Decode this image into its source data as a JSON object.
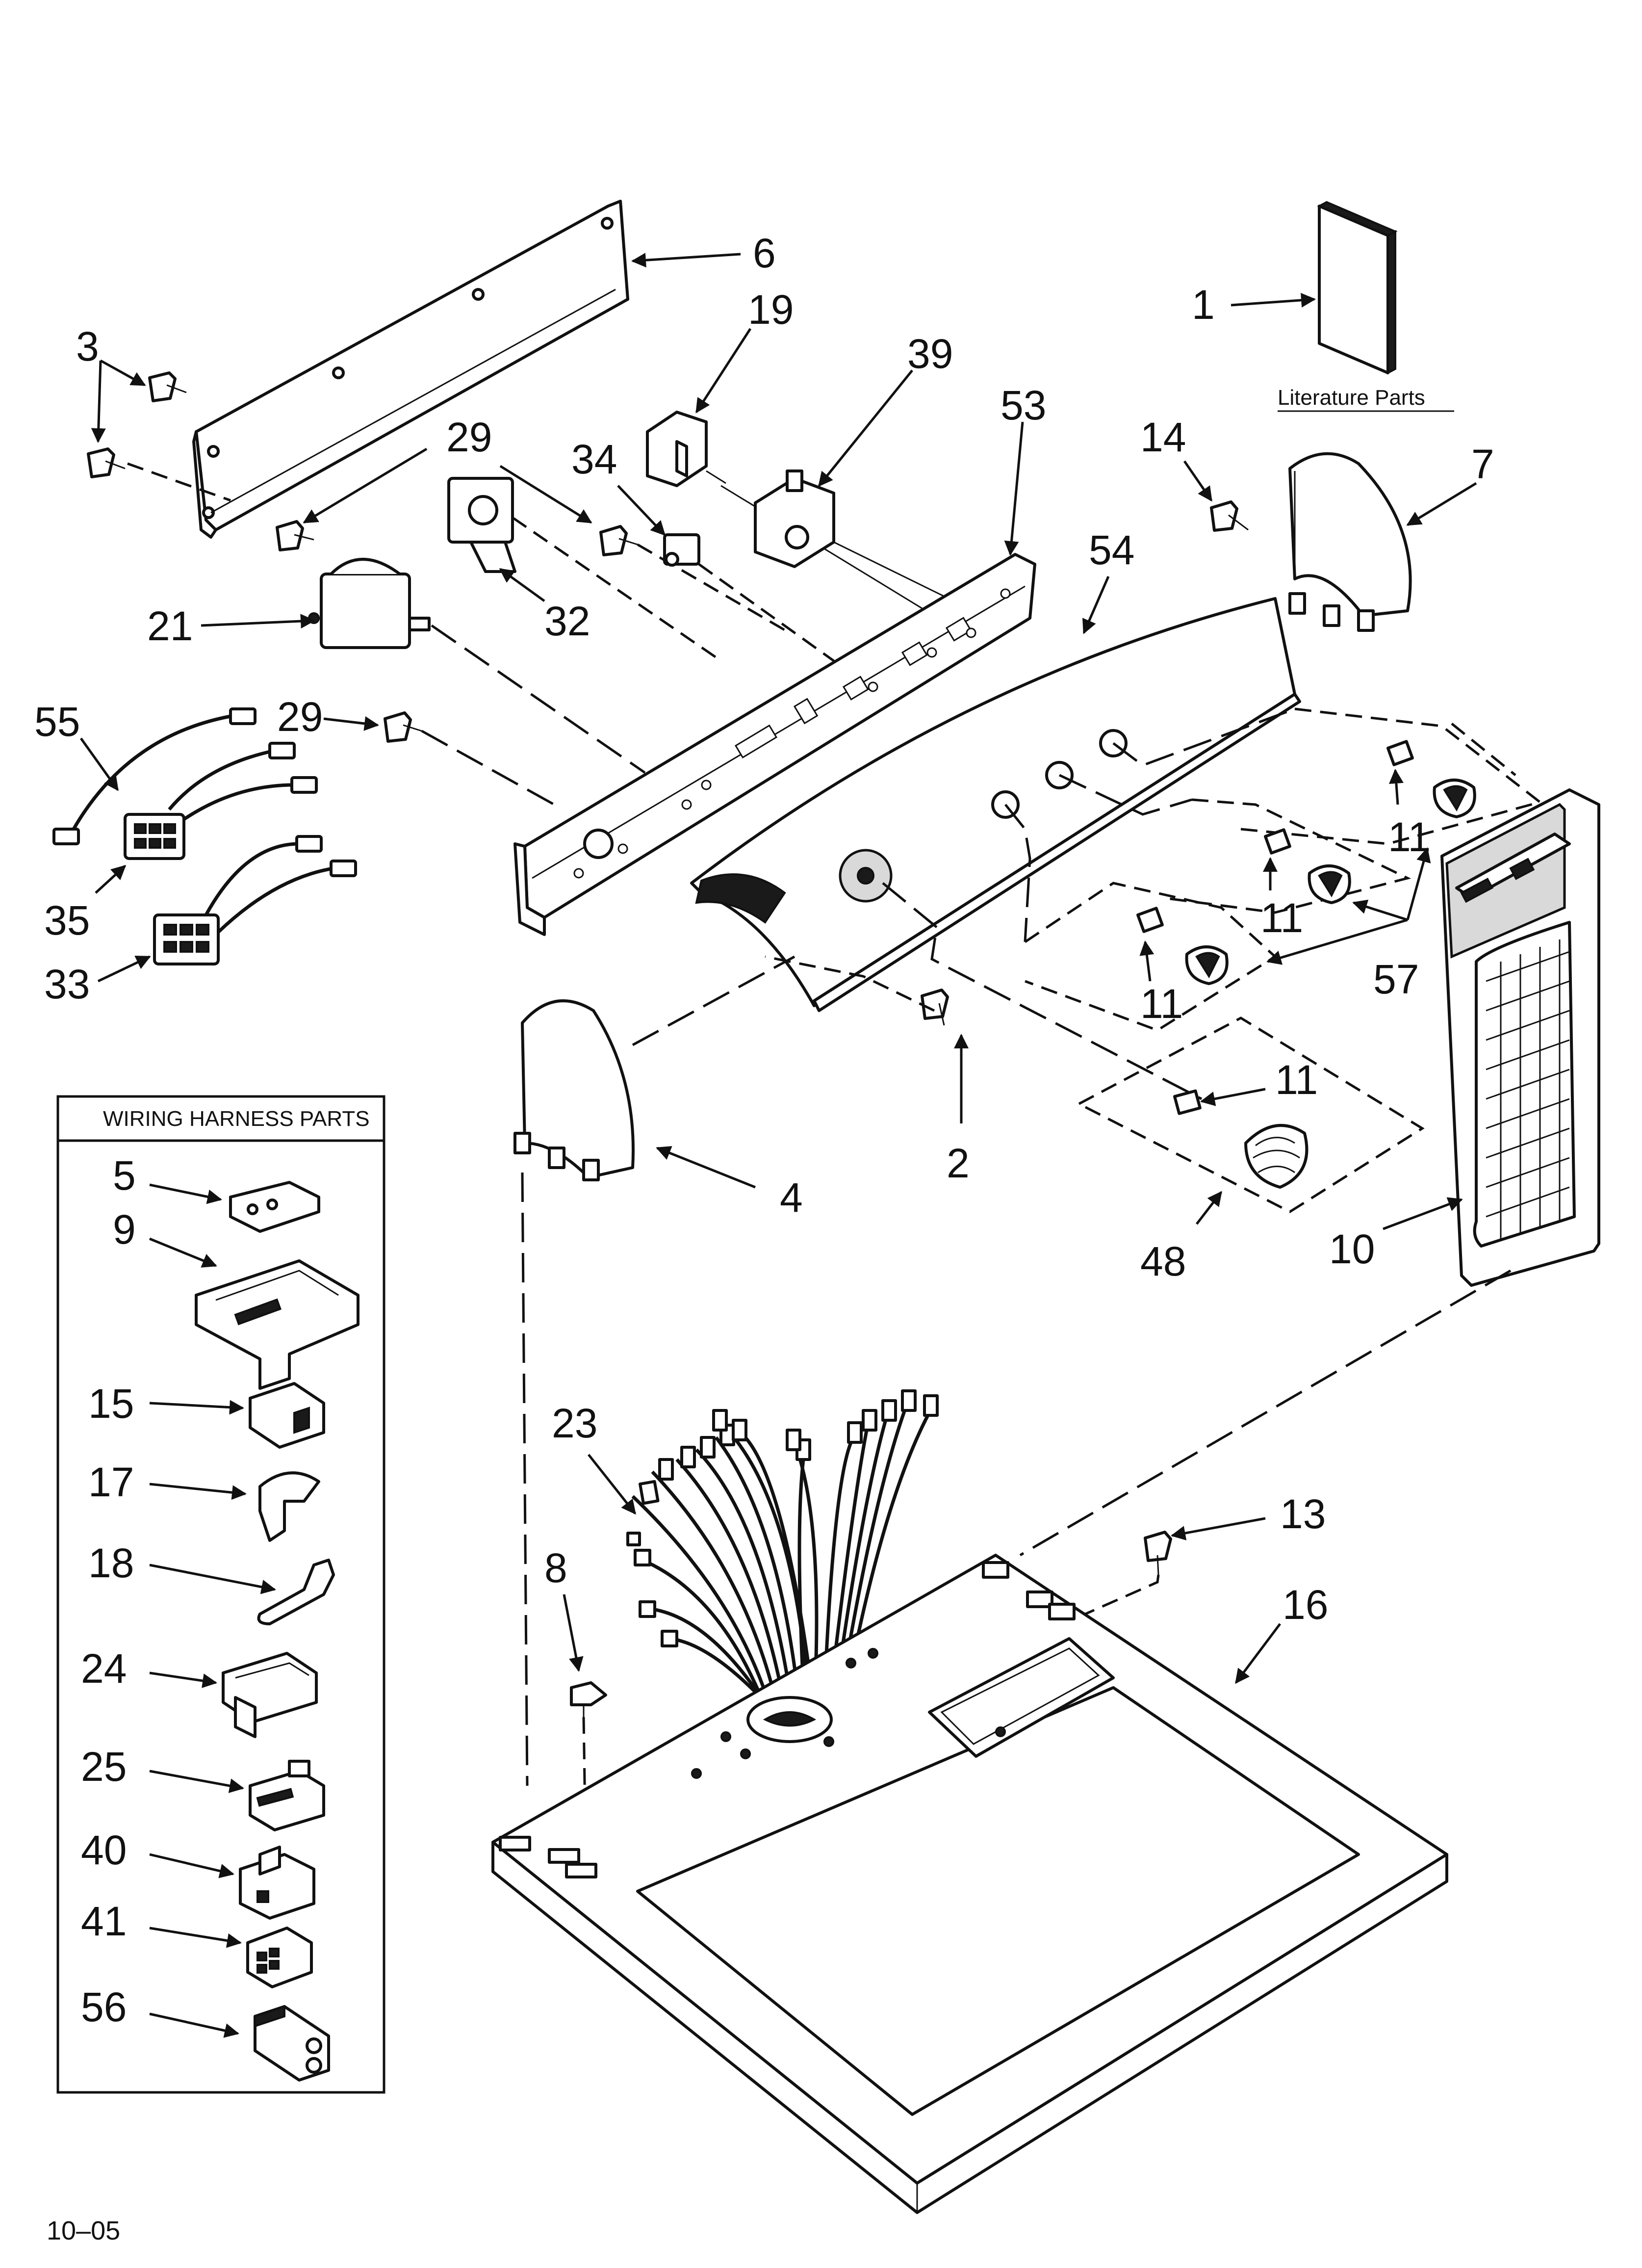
{
  "callouts": {
    "c1": "1",
    "c2": "2",
    "c3": "3",
    "c4": "4",
    "c6": "6",
    "c7": "7",
    "c8": "8",
    "c10": "10",
    "c11a": "11",
    "c11b": "11",
    "c11c": "11",
    "c11d": "11",
    "c13": "13",
    "c14": "14",
    "c16": "16",
    "c19": "19",
    "c21": "21",
    "c23": "23",
    "c29a": "29",
    "c29b": "29",
    "c32": "32",
    "c33": "33",
    "c34": "34",
    "c35": "35",
    "c39": "39",
    "c48": "48",
    "c53": "53",
    "c54": "54",
    "c55": "55",
    "c57": "57"
  },
  "literature_label": "Literature Parts",
  "harness_box": {
    "title": "WIRING HARNESS PARTS",
    "items": [
      "5",
      "9",
      "15",
      "17",
      "18",
      "24",
      "25",
      "40",
      "41",
      "56"
    ]
  },
  "footer_code": "10–05"
}
